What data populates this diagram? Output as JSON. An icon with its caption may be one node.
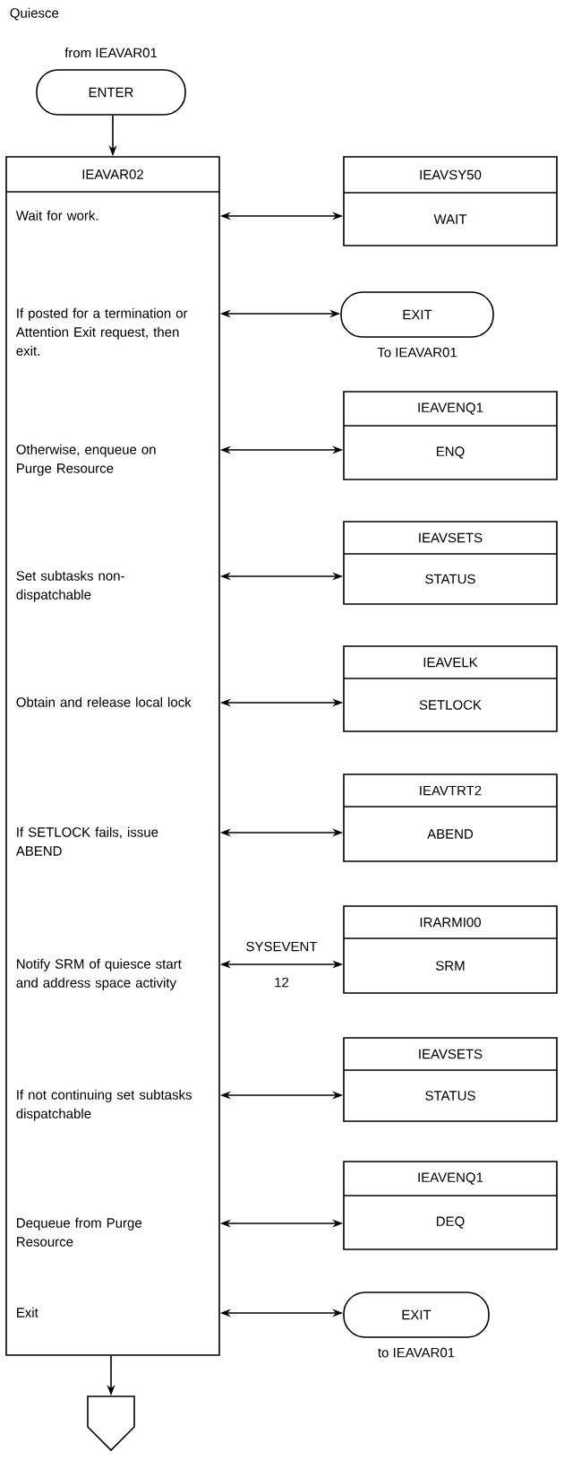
{
  "diagram": {
    "title": "Quiesce",
    "nodes": [
      {
        "text": [
          "ENTER"
        ],
        "beside": [
          "from IEAVAR01"
        ]
      },
      {
        "text": [
          "IEAVAR02"
        ]
      },
      {
        "text": [
          "IEAVSY50",
          "WAIT"
        ]
      },
      {
        "text": [
          "EXIT"
        ],
        "beside": [
          "To IEAVAR01"
        ]
      },
      {
        "text": [
          "IEAVENQ1",
          "ENQ"
        ]
      },
      {
        "text": [
          "IEAVSETS",
          "STATUS"
        ]
      },
      {
        "text": [
          "IEAVELK",
          "SETLOCK"
        ]
      },
      {
        "text": [
          "IEAVTRT2",
          "ABEND"
        ]
      },
      {
        "text": [
          "IRARMI00",
          "SRM"
        ]
      },
      {
        "text": [
          "IEAVSETS",
          "STATUS"
        ]
      },
      {
        "text": [
          "IEAVENQ1",
          "DEQ"
        ]
      },
      {
        "text": [
          "EXIT"
        ],
        "beside": [
          "to IEAVAR01"
        ]
      },
      {
        "text": [],
        "shape": "pentagon"
      }
    ],
    "edges": [
      {
        "from": 0,
        "to": 1,
        "arrow": "to"
      },
      {
        "from": 1,
        "to": 2,
        "arrow": "both"
      },
      {
        "from": 1,
        "to": 3,
        "arrow": "both"
      },
      {
        "from": 1,
        "to": 4,
        "arrow": "both"
      },
      {
        "from": 1,
        "to": 5,
        "arrow": "both"
      },
      {
        "from": 1,
        "to": 6,
        "arrow": "both"
      },
      {
        "from": 1,
        "to": 7,
        "arrow": "both"
      },
      {
        "from": 1,
        "to": 8,
        "arrow": "both",
        "label": "SYSEVENT 12"
      },
      {
        "from": 1,
        "to": 9,
        "arrow": "both"
      },
      {
        "from": 1,
        "to": 10,
        "arrow": "both"
      },
      {
        "from": 1,
        "to": 11,
        "arrow": "both"
      },
      {
        "from": 1,
        "to": 12,
        "arrow": "to"
      }
    ],
    "labels": [
      "Wait for work.",
      "If posted for a termination or Attention Exit request, then exit.",
      "Otherwise, enqueue on Purge Resource",
      "Set subtasks non-dispatchable",
      "Obtain and release local lock",
      "If SETLOCK fails, issue ABEND",
      "Notify SRM of quiesce start and address space activity",
      "If not continuing set subtasks dispatchable",
      "Dequeue from Purge Resource",
      "Exit"
    ]
  }
}
